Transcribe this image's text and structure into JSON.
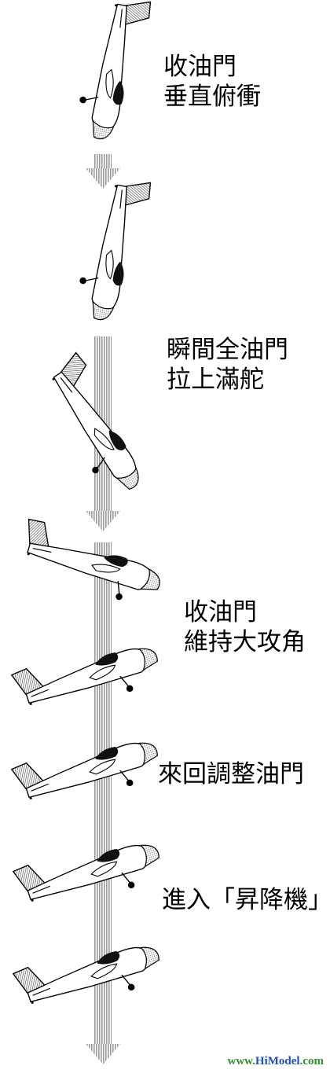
{
  "colors": {
    "shaft": "#c8c8c8",
    "outline": "#000000",
    "fill": "#ffffff",
    "canopy": "#111111",
    "watermark_green": "#2f8f2f",
    "watermark_blue": "#1f4fbf"
  },
  "captions": {
    "step1_line1": "收油門",
    "step1_line2": "垂直俯衝",
    "step2_line1": "瞬間全油門",
    "step2_line2": "拉上滿舵",
    "step3_line1": "收油門",
    "step3_line2": "維持大攻角",
    "step4_line1": "來回調整油門",
    "step5_line1": "進入「昇降機」"
  },
  "watermark": {
    "prefix": "www.",
    "brand": "HiModel",
    "suffix": ".com"
  }
}
